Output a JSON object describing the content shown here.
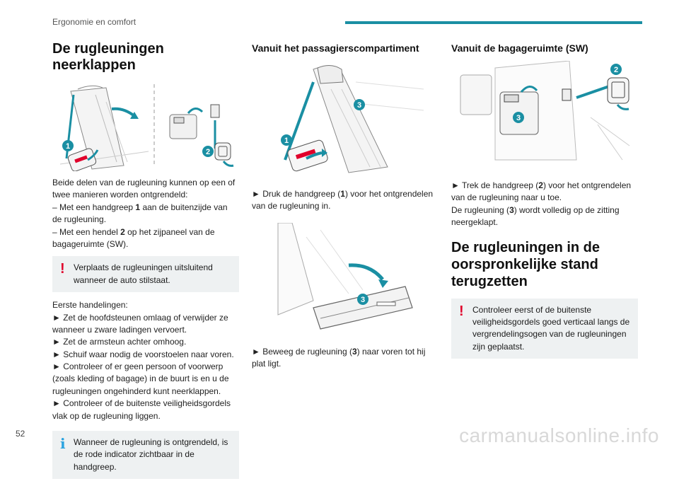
{
  "header": {
    "section": "Ergonomie en comfort",
    "accent": "#1a8fa3"
  },
  "page_number": "52",
  "watermark": "carmanualsonline.info",
  "col1": {
    "title": "De rugleuningen neerklappen",
    "callouts": [
      "1",
      "2"
    ],
    "intro": [
      "Beide delen van de rugleuning kunnen op een of twee manieren worden ontgrendeld:",
      "– Met een handgreep ",
      "1",
      " aan de buitenzijde van de rugleuning.",
      "– Met een hendel ",
      "2",
      " op het zijpaneel van de bagageruimte (SW)."
    ],
    "warning": "Verplaats de rugleuningen uitsluitend wanneer de auto stilstaat.",
    "steps_title": "Eerste handelingen:",
    "steps": [
      "► Zet de hoofdsteunen omlaag of verwijder ze wanneer u zware ladingen vervoert.",
      "► Zet de armsteun achter omhoog.",
      "► Schuif waar nodig de voorstoelen naar voren.",
      "► Controleer of er geen persoon of voorwerp (zoals kleding of bagage) in de buurt is en u de rugleuningen ongehinderd kunt neerklappen.",
      "► Controleer of de buitenste veiligheidsgordels vlak op de rugleuning liggen."
    ],
    "info": "Wanneer de rugleuning is ontgrendeld, is de rode indicator zichtbaar in de handgreep."
  },
  "col2": {
    "title": "Vanuit het passagierscompartiment",
    "callouts_a": [
      "1",
      "3"
    ],
    "step1": [
      "► Druk de handgreep (",
      "1",
      ") voor het ontgrendelen van de rugleuning in."
    ],
    "callouts_b": [
      "3"
    ],
    "step2": [
      "► Beweeg de rugleuning (",
      "3",
      ") naar voren tot hij plat ligt."
    ]
  },
  "col3": {
    "title": "Vanuit de bagageruimte (SW)",
    "callouts": [
      "2",
      "3"
    ],
    "step1": [
      "► Trek de handgreep (",
      "2",
      ") voor het ontgrendelen van de rugleuning naar u toe."
    ],
    "step2": [
      "De rugleuning (",
      "3",
      ") wordt volledig op de zitting neergeklapt."
    ],
    "title2": "De rugleuningen in de oorspronkelijke stand terugzetten",
    "warning": "Controleer eerst of de buitenste veiligheidsgordels goed verticaal langs de vergrendelingsogen van de rugleuningen zijn geplaatst."
  },
  "icons": {
    "warning": "!",
    "info": "i"
  },
  "colors": {
    "callout": "#1a8fa3",
    "warning": "#e0002b",
    "info": "#2aa3e0",
    "note_bg": "#eef1f2"
  }
}
